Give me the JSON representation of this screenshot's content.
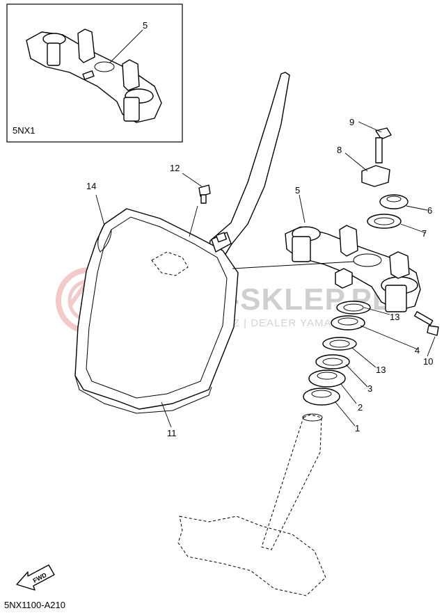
{
  "inset": {
    "code": "5NX1",
    "callout": "5"
  },
  "callouts": {
    "c1": "1",
    "c2": "2",
    "c3": "3",
    "c4": "4",
    "c5": "5",
    "c6": "6",
    "c7": "7",
    "c8": "8",
    "c9": "9",
    "c10": "10",
    "c11": "11",
    "c12": "12",
    "c13a": "13",
    "c13b": "13",
    "c14": "14"
  },
  "watermark": {
    "brand": "YAMA-SKLEP.PL",
    "tagline": "WOJCIECHOWICZ | DEALER YAMAHA",
    "logo_color": "#e8a0a0"
  },
  "fwd_badge": "FWD",
  "diagram_code": "5NX1100-A210"
}
